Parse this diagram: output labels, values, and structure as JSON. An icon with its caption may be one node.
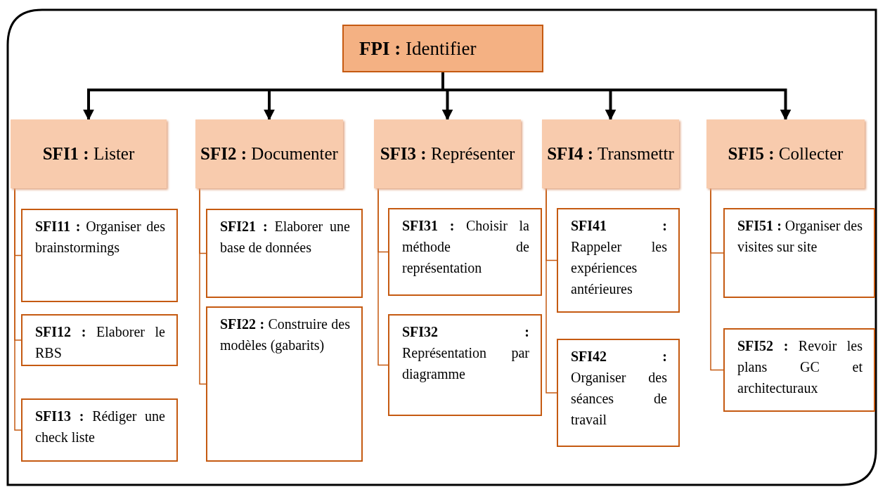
{
  "diagram": {
    "nodes": [
      {
        "text": [
          "**FPI :** Identifier"
        ]
      },
      {
        "text": [
          "**SFI1 :** Lister"
        ]
      },
      {
        "text": [
          "**SFI2 :** Documenter"
        ]
      },
      {
        "text": [
          "**SFI3 :** Représenter"
        ]
      },
      {
        "text": [
          "**SFI4 :** Transmettr"
        ]
      },
      {
        "text": [
          "**SFI5 :** Collecter"
        ]
      },
      {
        "text": [
          "**SFI11 :** Organiser des brainstormings"
        ]
      },
      {
        "text": [
          "**SFI12 :** Elaborer le RBS"
        ]
      },
      {
        "text": [
          "**SFI13 :** Rédiger une check liste"
        ]
      },
      {
        "text": [
          "**SFI21 :** Elaborer une base de données"
        ]
      },
      {
        "text": [
          "**SFI22 :** Construire des modèles (gabarits)"
        ]
      },
      {
        "text": [
          "**SFI31 :** Choisir la méthode de représentation"
        ]
      },
      {
        "text": [
          "**SFI32 :** Représentation par diagramme"
        ]
      },
      {
        "text": [
          "**SFI41 :** Rappeler les expériences antérieures"
        ]
      },
      {
        "text": [
          "**SFI42 :** Organiser des séances de travail"
        ]
      },
      {
        "text": [
          "**SFI51 :** Organiser des visites sur site"
        ]
      },
      {
        "text": [
          "**SFI52 :** Revoir les plans GC et architecturaux"
        ]
      }
    ],
    "edges": [
      {
        "from": 0,
        "to": 1,
        "arrow": "to",
        "style": "thick",
        "color": "#000000"
      },
      {
        "from": 0,
        "to": 2,
        "arrow": "to",
        "style": "thick",
        "color": "#000000"
      },
      {
        "from": 0,
        "to": 3,
        "arrow": "to",
        "style": "thick",
        "color": "#000000"
      },
      {
        "from": 0,
        "to": 4,
        "arrow": "to",
        "style": "thick",
        "color": "#000000"
      },
      {
        "from": 0,
        "to": 5,
        "arrow": "to",
        "style": "thick",
        "color": "#000000"
      },
      {
        "from": 1,
        "to": 6,
        "arrow": "none"
      },
      {
        "from": 1,
        "to": 7,
        "arrow": "none"
      },
      {
        "from": 1,
        "to": 8,
        "arrow": "none"
      },
      {
        "from": 2,
        "to": 9,
        "arrow": "none"
      },
      {
        "from": 2,
        "to": 10,
        "arrow": "none"
      },
      {
        "from": 3,
        "to": 11,
        "arrow": "none"
      },
      {
        "from": 3,
        "to": 12,
        "arrow": "none"
      },
      {
        "from": 4,
        "to": 13,
        "arrow": "none"
      },
      {
        "from": 4,
        "to": 14,
        "arrow": "none"
      },
      {
        "from": 5,
        "to": 15,
        "arrow": "none"
      },
      {
        "from": 5,
        "to": 16,
        "arrow": "none"
      }
    ]
  }
}
